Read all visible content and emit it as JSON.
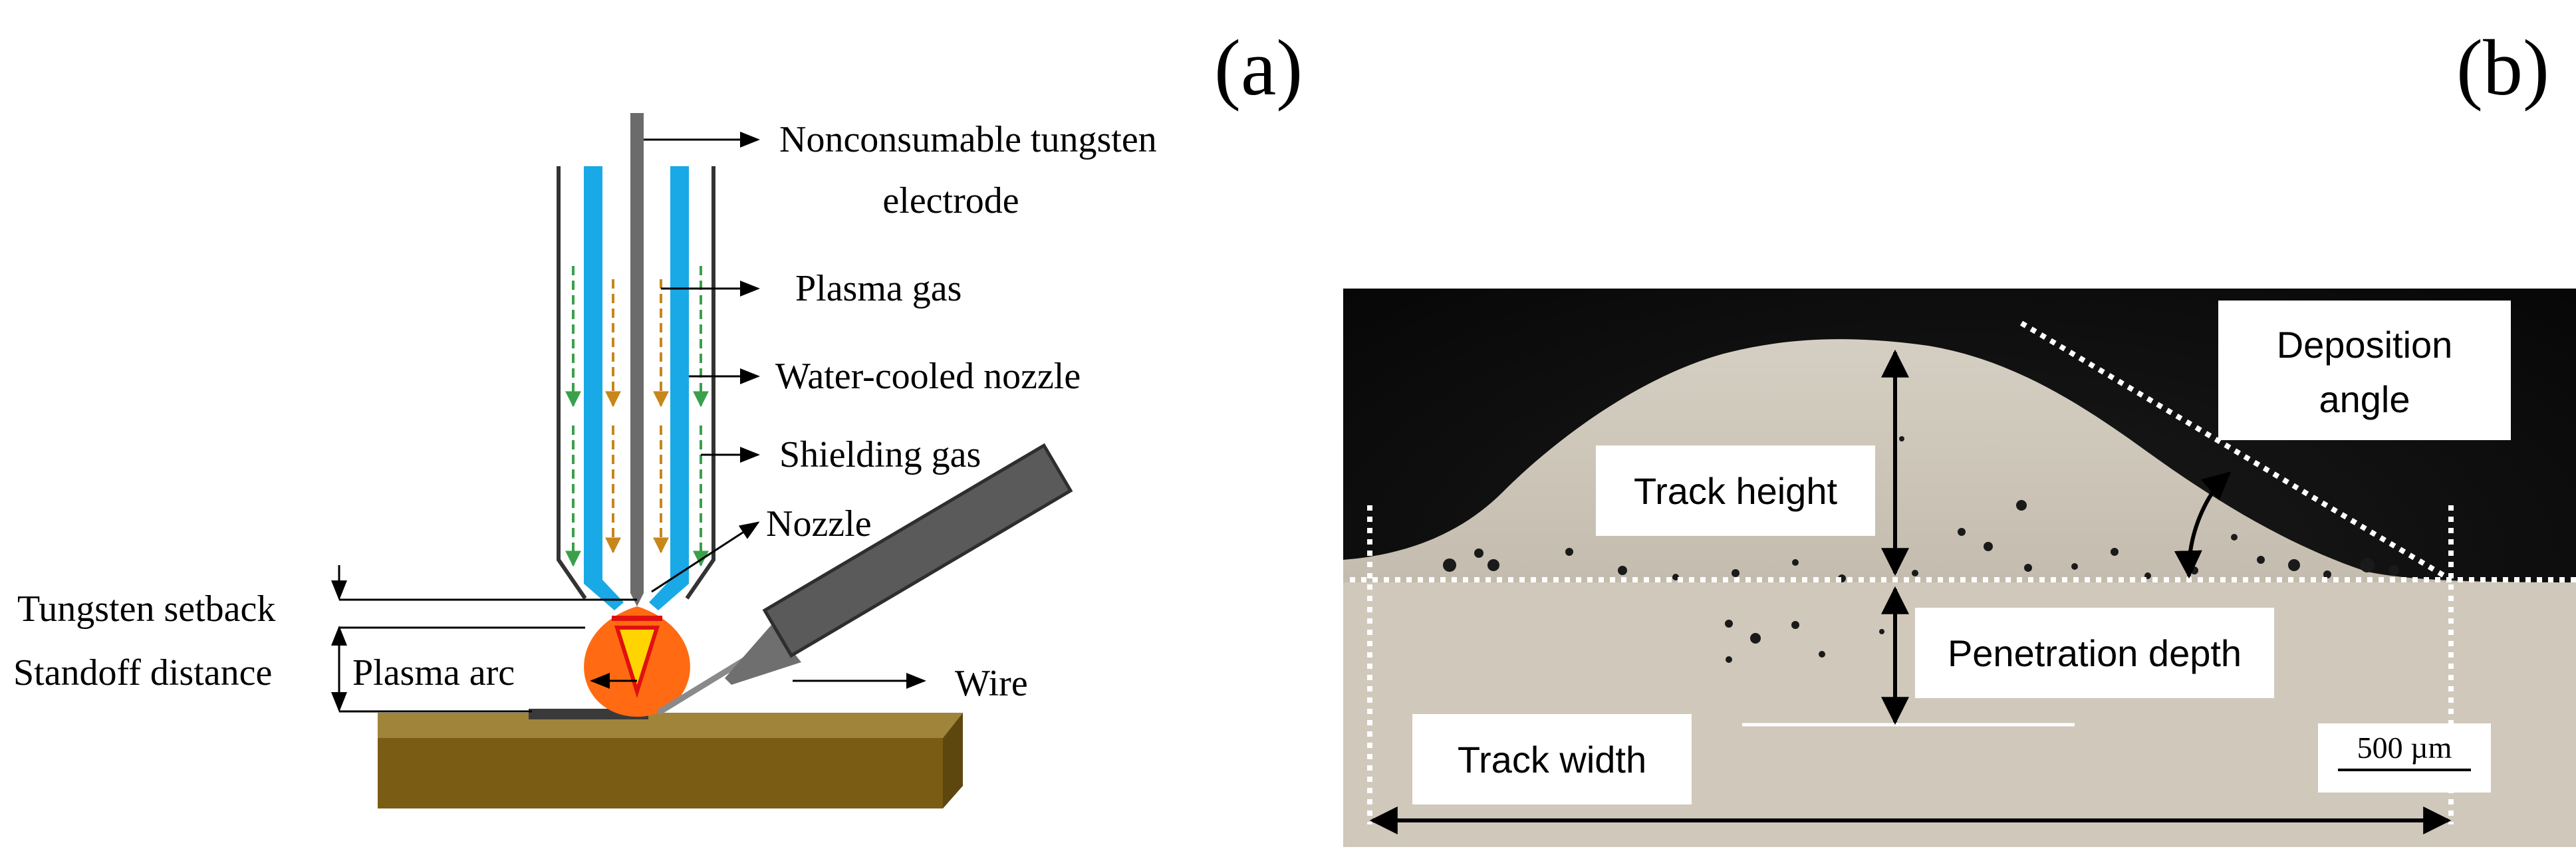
{
  "panel_a": {
    "label": "(a)",
    "labels": {
      "electrode_line1": "Nonconsumable tungsten",
      "electrode_line2": "electrode",
      "plasma_gas": "Plasma gas",
      "water_cooled_nozzle": "Water-cooled nozzle",
      "shielding_gas": "Shielding gas",
      "nozzle": "Nozzle",
      "tungsten_setback": "Tungsten setback",
      "standoff_distance": "Standoff distance",
      "plasma_arc": "Plasma arc",
      "wire": "Wire"
    },
    "colors": {
      "electrode": "#6b6b6b",
      "nozzle_inner": "#19a9e6",
      "plasma_gas_arrows": "#c8861b",
      "shielding_gas_arrows": "#3aa04a",
      "arc_outer": "#ff6a13",
      "arc_inner": "#ffd400",
      "substrate_top": "#a0843a",
      "substrate_front": "#7a5c14",
      "wire_feeder": "#5a5a5a"
    }
  },
  "panel_b": {
    "label": "(b)",
    "labels": {
      "deposition_angle_line1": "Deposition",
      "deposition_angle_line2": "angle",
      "track_height": "Track height",
      "penetration_depth": "Penetration depth",
      "track_width": "Track width",
      "scale_bar": "500 µm"
    },
    "colors": {
      "background": "#111111",
      "bead": "#c9c2b6",
      "substrate": "#cfc8bb"
    }
  }
}
